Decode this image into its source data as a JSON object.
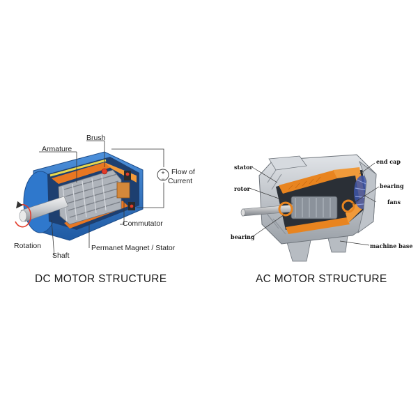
{
  "dc_motor": {
    "caption": "DC MOTOR STRUCTURE",
    "labels": {
      "brush": "Brush",
      "armature": "Armature",
      "flow_line1": "Flow of",
      "flow_line2": "Current",
      "commutator": "Commutator",
      "rotation": "Rotation",
      "shaft": "Shaft",
      "magnet_stator": "Permanet Magnet / Stator"
    },
    "battery_plus": "+",
    "battery_minus": "−",
    "colors": {
      "housing": "#2e75c9",
      "magnet": "#e87722",
      "armature": "#b8bcc2"
    }
  },
  "ac_motor": {
    "caption": "AC MOTOR STRUCTURE",
    "labels": {
      "stator": "stator",
      "rotor": "rotor",
      "bearing_left": "bearing",
      "end_cap": "end cap",
      "bearing_right": "bearing",
      "fans": "fans",
      "machine_base": "machine base"
    },
    "colors": {
      "body": "#c7ccd2",
      "cutaway": "#e8841f",
      "fan": "#3d55a8"
    }
  }
}
